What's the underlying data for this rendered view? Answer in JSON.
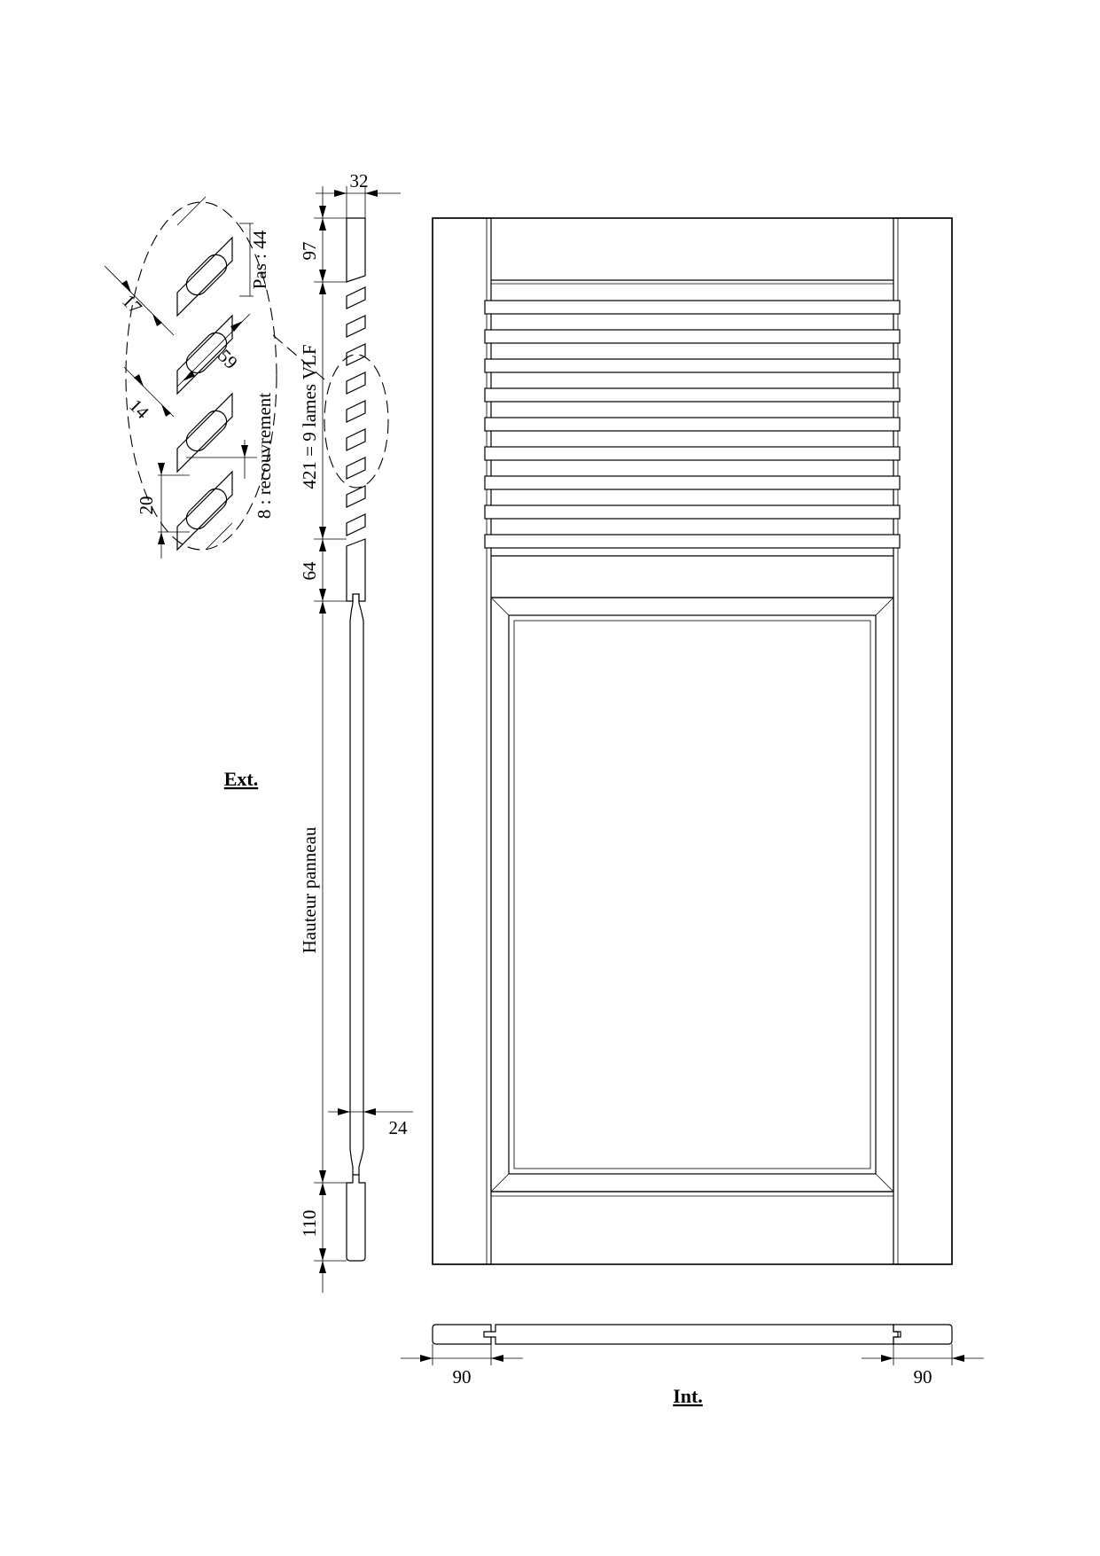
{
  "labels": {
    "exterior": "Ext.",
    "interior": "Int."
  },
  "dimensions": {
    "thickness_top": "32",
    "top_rail": "97",
    "louver_zone": "421 = 9 lames VLF",
    "middle_rail": "64",
    "panel_height": "Hauteur panneau",
    "panel_thickness": "24",
    "bottom_rail": "110",
    "stile_left": "90",
    "stile_right": "90"
  },
  "detail": {
    "pitch": "Pas : 44",
    "overlap": "8 : recouvrement",
    "slat_thickness": "17",
    "slat_width": "59",
    "dim_14": "14",
    "dim_20": "20"
  },
  "louvers": {
    "count": 9
  }
}
